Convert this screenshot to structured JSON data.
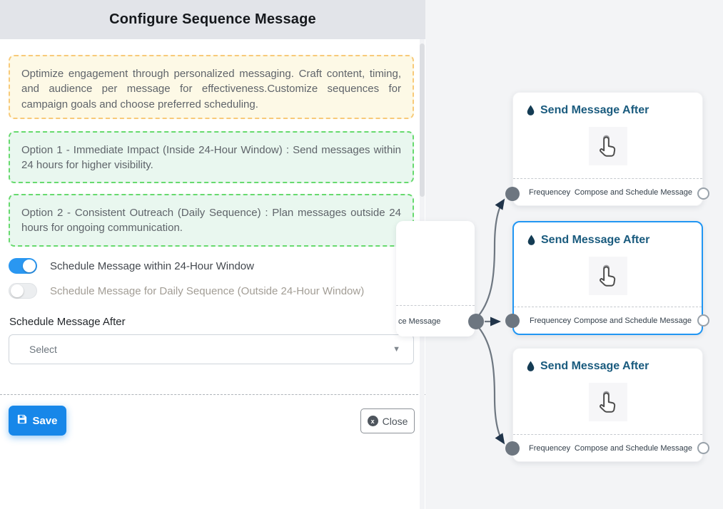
{
  "panel": {
    "title": "Configure Sequence Message",
    "description": "Optimize engagement through personalized messaging. Craft content, timing, and audience per message for effectiveness.Customize sequences for campaign goals and choose preferred scheduling.",
    "option1": "Option 1 - Immediate Impact (Inside 24-Hour Window) : Send messages within 24 hours for higher visibility.",
    "option2": "Option 2 - Consistent Outreach (Daily Sequence) : Plan messages outside 24 hours for ongoing communication.",
    "toggle_within_24h": {
      "label": "Schedule Message within 24-Hour Window",
      "state": "on"
    },
    "toggle_daily": {
      "label": "Schedule Message for Daily Sequence (Outside 24-Hour Window)",
      "state": "off"
    },
    "schedule_after": {
      "label": "Schedule Message After",
      "value": "Select"
    },
    "save_label": "Save",
    "close_label": "Close",
    "close_icon_glyph": "x"
  },
  "canvas": {
    "source_partial_label": "ce Message",
    "nodes": [
      {
        "title": "Send Message After",
        "left_label": "Frequencey",
        "right_label": "Compose and Schedule Message",
        "selected": false
      },
      {
        "title": "Send Message After",
        "left_label": "Frequencey",
        "right_label": "Compose and Schedule Message",
        "selected": true
      },
      {
        "title": "Send Message After",
        "left_label": "Frequencey",
        "right_label": "Compose and Schedule Message",
        "selected": false
      }
    ]
  },
  "colors": {
    "accent_blue": "#1787e9",
    "toggle_on_blue": "#2a97f1",
    "selected_node_border": "#2196f3",
    "node_title_blue": "#1a5b7e",
    "warning_border": "#f8ca79",
    "warning_bg": "#fdf9e6",
    "success_border": "#67da6e",
    "success_bg": "#e9f7ef",
    "edge_gray": "#6e7781",
    "arrow_navy": "#20344a",
    "header_bg": "#e2e4e9",
    "canvas_bg": "#f3f4f6"
  }
}
